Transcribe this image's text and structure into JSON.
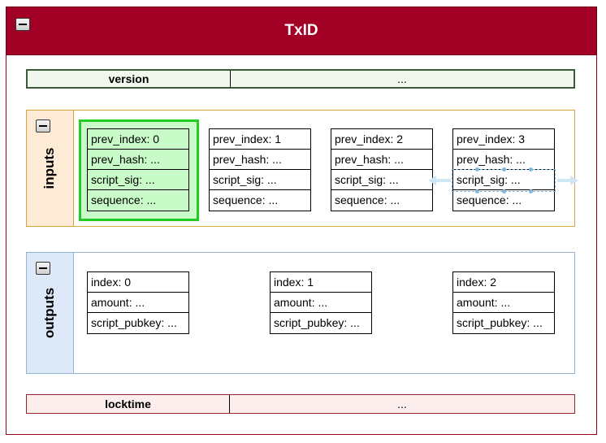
{
  "transaction": {
    "title": "TxID",
    "version": {
      "label": "version",
      "value": "..."
    },
    "locktime": {
      "label": "locktime",
      "value": "..."
    }
  },
  "inputs": {
    "label": "inputs",
    "items": [
      {
        "prev_index": "prev_index: 0",
        "prev_hash": "prev_hash: ...",
        "script_sig": "script_sig: ...",
        "sequence": "sequence: ..."
      },
      {
        "prev_index": "prev_index: 1",
        "prev_hash": "prev_hash: ...",
        "script_sig": "script_sig: ...",
        "sequence": "sequence: ..."
      },
      {
        "prev_index": "prev_index: 2",
        "prev_hash": "prev_hash: ...",
        "script_sig": "script_sig: ...",
        "sequence": "sequence: ..."
      },
      {
        "prev_index": "prev_index: 3",
        "prev_hash": "prev_hash: ...",
        "script_sig": "script_sig: ...",
        "sequence": "sequence: ..."
      }
    ]
  },
  "outputs": {
    "label": "outputs",
    "items": [
      {
        "index": "index: 0",
        "amount": "amount: ...",
        "script_pubkey": "script_pubkey: ..."
      },
      {
        "index": "index: 1",
        "amount": "amount: ...",
        "script_pubkey": "script_pubkey: ..."
      },
      {
        "index": "index: 2",
        "amount": "amount: ...",
        "script_pubkey": "script_pubkey: ..."
      }
    ]
  },
  "colors": {
    "header": "#a20025",
    "inputs_lane": "#fdebd6",
    "outputs_lane": "#dde9f8",
    "selection": "#22cc22"
  },
  "icons": {
    "collapse": "minus-icon"
  }
}
